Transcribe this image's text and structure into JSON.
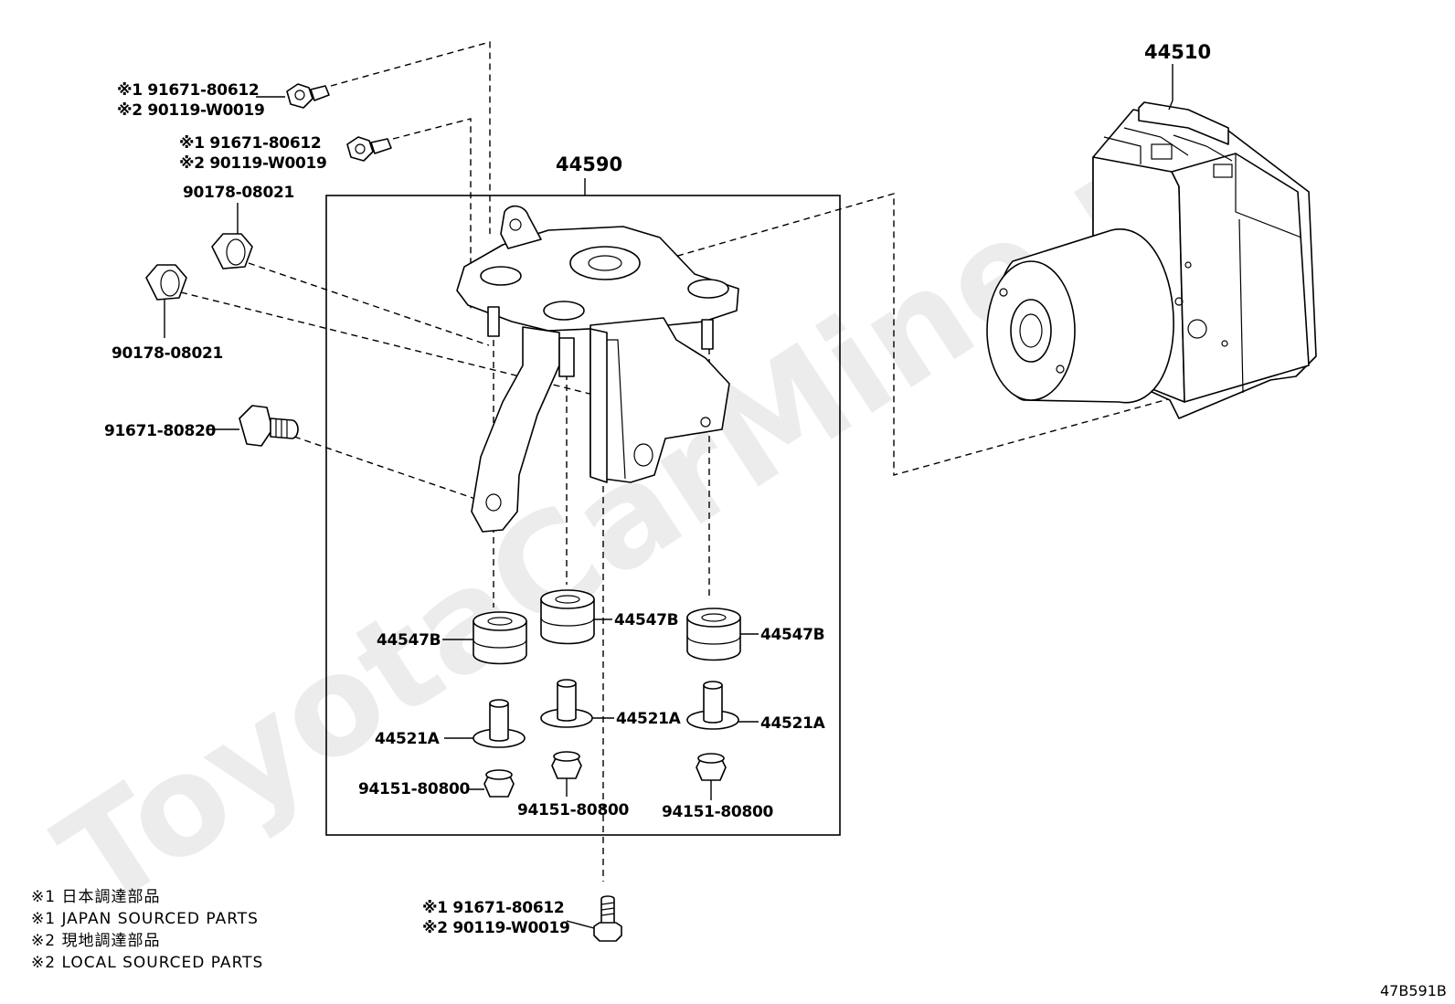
{
  "parts": {
    "p44510": "44510",
    "p44590": "44590",
    "bolt_top_1": {
      "line1": "※1 91671-80612",
      "line2": "※2 90119-W0019"
    },
    "bolt_top_2": {
      "line1": "※1 91671-80612",
      "line2": "※2 90119-W0019"
    },
    "nut_90178_upper": "90178-08021",
    "nut_90178_lower": "90178-08021",
    "bolt_91671_80820": "91671-80820",
    "cushion_left": "44547B",
    "cushion_mid": "44547B",
    "cushion_right": "44547B",
    "collar_left": "44521A",
    "collar_mid": "44521A",
    "collar_right": "44521A",
    "nut_left": "94151-80800",
    "nut_mid": "94151-80800",
    "nut_right": "94151-80800",
    "bolt_bottom": {
      "line1": "※1 91671-80612",
      "line2": "※2 90119-W0019"
    }
  },
  "notes": [
    "※1 日本調達部品",
    "※1 JAPAN SOURCED PARTS",
    "※2 現地調達部品",
    "※2 LOCAL SOURCED PARTS"
  ],
  "diagram_code": "47B591B",
  "watermark": "ToyotaCarMine.ru"
}
